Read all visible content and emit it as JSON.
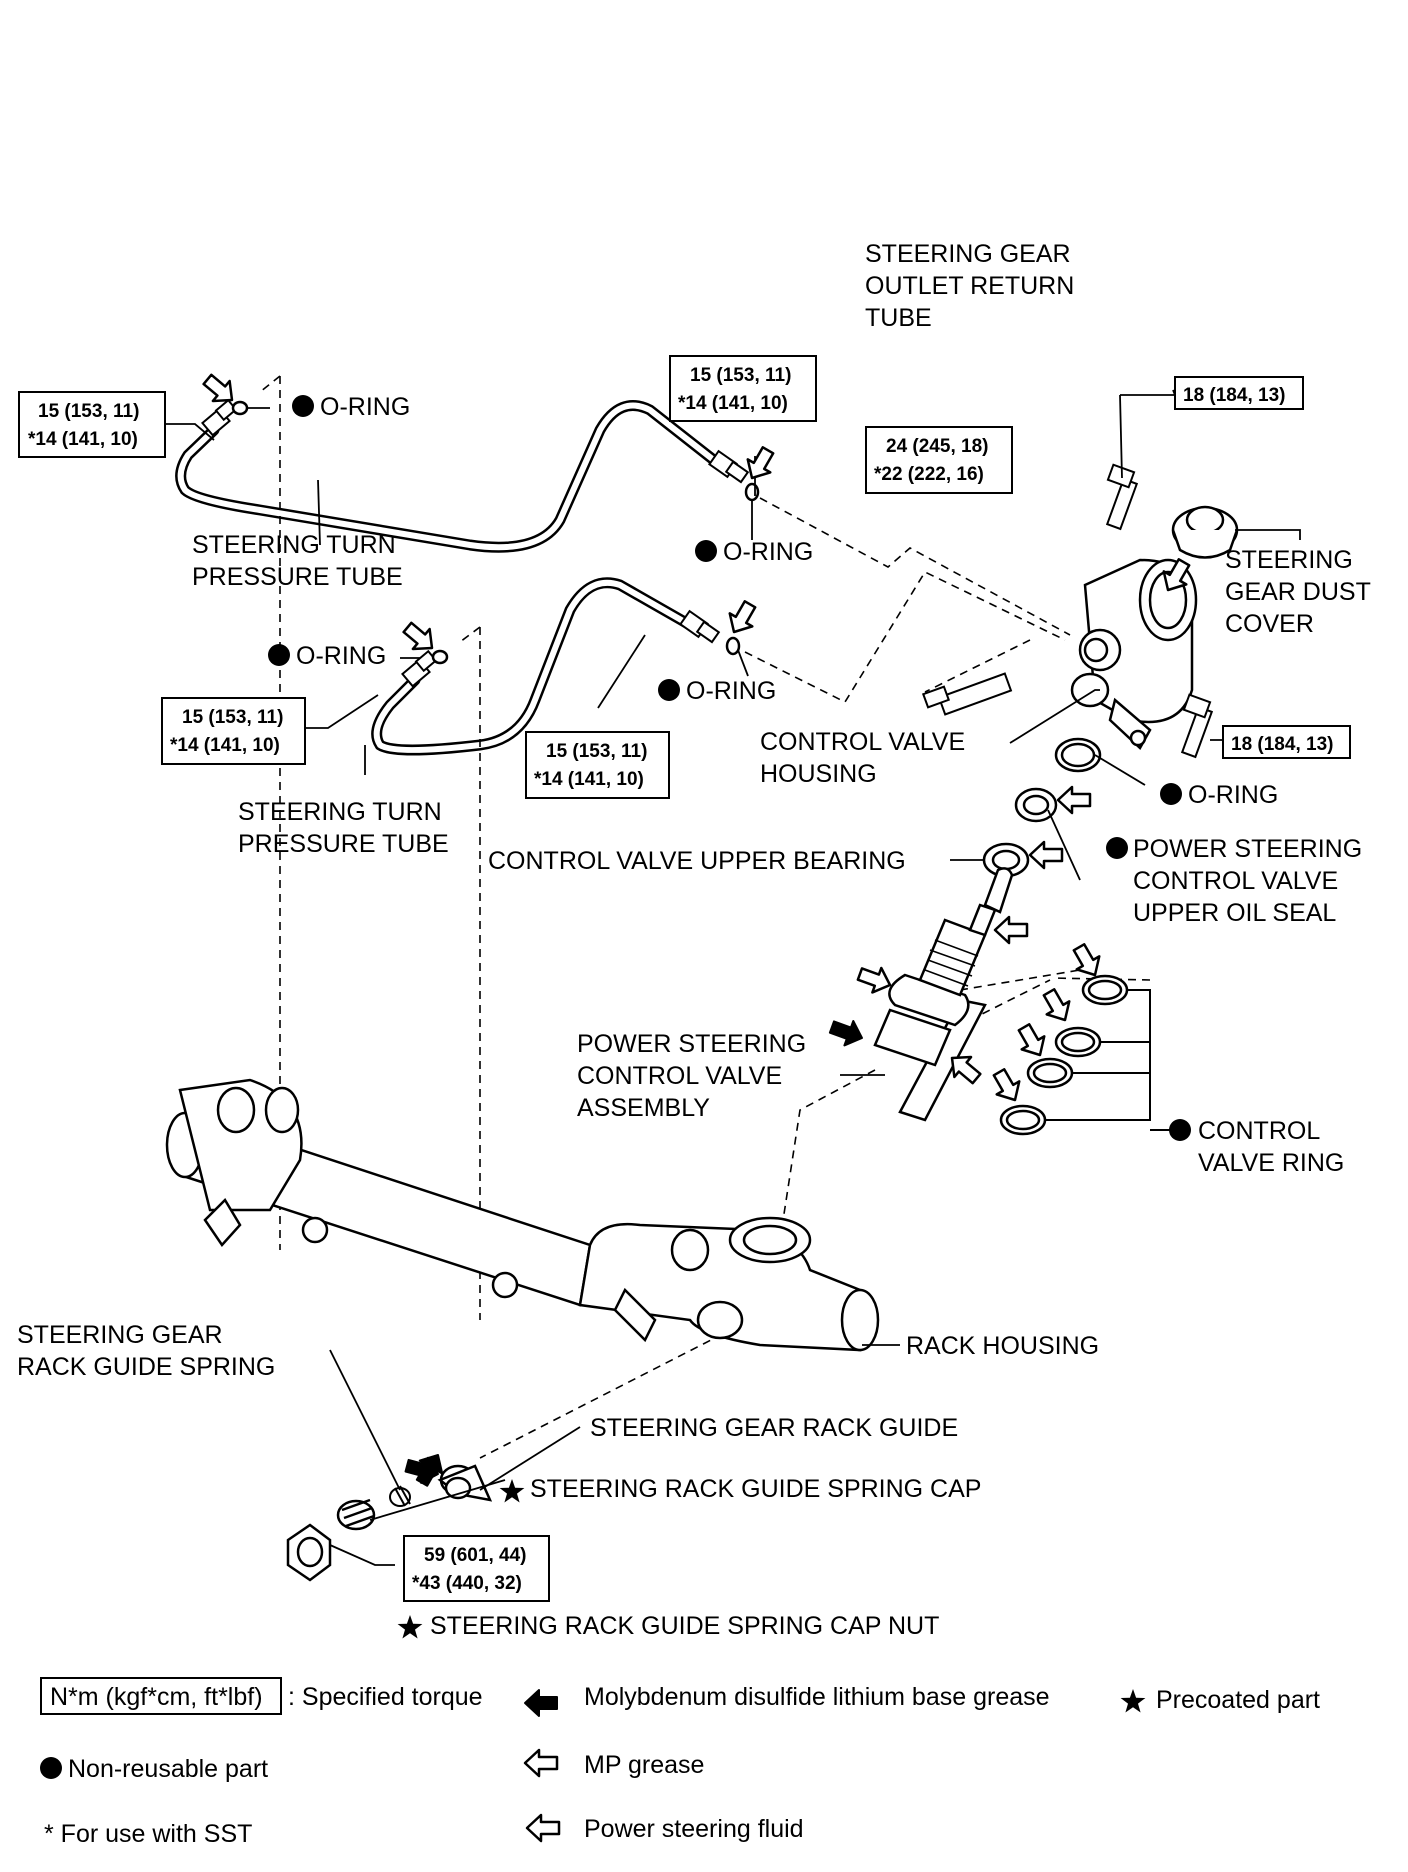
{
  "labels": {
    "outlet_return_tube": [
      "STEERING GEAR",
      "OUTLET RETURN",
      "TUBE"
    ],
    "turn_pressure_tube_1": [
      "STEERING TURN",
      "PRESSURE TUBE"
    ],
    "turn_pressure_tube_2": [
      "STEERING TURN",
      "PRESSURE TUBE"
    ],
    "o_ring": "O-RING",
    "dust_cover": [
      "STEERING",
      "GEAR DUST",
      "COVER"
    ],
    "control_valve_housing": [
      "CONTROL VALVE",
      "HOUSING"
    ],
    "upper_bearing": "CONTROL VALVE UPPER BEARING",
    "upper_oil_seal": [
      "POWER STEERING",
      "CONTROL VALVE",
      "UPPER OIL SEAL"
    ],
    "control_valve_assembly": [
      "POWER STEERING",
      "CONTROL VALVE",
      "ASSEMBLY"
    ],
    "control_valve_ring": [
      "CONTROL",
      "VALVE RING"
    ],
    "rack_housing": "RACK HOUSING",
    "rack_guide_spring": [
      "STEERING GEAR",
      "RACK GUIDE SPRING"
    ],
    "rack_guide": "STEERING GEAR RACK GUIDE",
    "spring_cap": "STEERING RACK GUIDE SPRING CAP",
    "spring_cap_nut": "STEERING RACK GUIDE SPRING CAP NUT"
  },
  "torques": {
    "t_15_14": [
      "15 (153, 11)",
      "*14 (141, 10)"
    ],
    "t_24_22": [
      "24 (245, 18)",
      "*22 (222, 16)"
    ],
    "t_18": "18 (184, 13)",
    "t_59_43": [
      "59 (601, 44)",
      "*43 (440, 32)"
    ]
  },
  "legend": {
    "torque_box": "N*m (kgf*cm, ft*lbf)",
    "torque_text": ": Specified torque",
    "moly_grease": "Molybdenum disulfide lithium base grease",
    "precoated": "Precoated part",
    "non_reusable": "Non-reusable part",
    "mp_grease": "MP grease",
    "sst": "* For use with SST",
    "ps_fluid": "Power steering fluid"
  }
}
